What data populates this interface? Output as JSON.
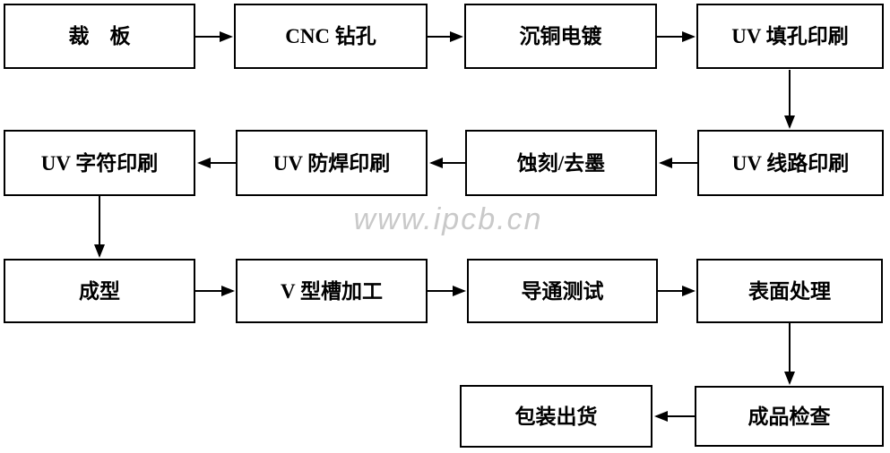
{
  "flowchart": {
    "description": "PCB manufacturing process flow diagram",
    "watermark": "www.ipcb.cn",
    "colors": {
      "background": "#ffffff",
      "box_fill": "#ffffff",
      "box_border": "#000000",
      "text": "#000000",
      "arrow": "#000000",
      "watermark_text": "#c9c9c9"
    },
    "boxes": [
      {
        "id": "cut-board",
        "label": "裁　板"
      },
      {
        "id": "cnc-drilling",
        "label": "CNC 钻孔"
      },
      {
        "id": "copper-deposition-plating",
        "label": "沉铜电镀"
      },
      {
        "id": "uv-hole-fill-printing",
        "label": "UV 填孔印刷"
      },
      {
        "id": "uv-legend-printing",
        "label": "UV 字符印刷"
      },
      {
        "id": "uv-solder-mask-printing",
        "label": "UV 防焊印刷"
      },
      {
        "id": "etching-ink-stripping",
        "label": "蚀刻/去墨"
      },
      {
        "id": "uv-circuit-printing",
        "label": "UV 线路印刷"
      },
      {
        "id": "forming",
        "label": "成型"
      },
      {
        "id": "v-groove-machining",
        "label": "V 型槽加工"
      },
      {
        "id": "continuity-test",
        "label": "导通测试"
      },
      {
        "id": "surface-treatment",
        "label": "表面处理"
      },
      {
        "id": "packing-shipment",
        "label": "包装出货"
      },
      {
        "id": "finished-inspection",
        "label": "成品检查"
      }
    ],
    "connections": [
      {
        "from": "cut-board",
        "to": "cnc-drilling"
      },
      {
        "from": "cnc-drilling",
        "to": "copper-deposition-plating"
      },
      {
        "from": "copper-deposition-plating",
        "to": "uv-hole-fill-printing"
      },
      {
        "from": "uv-hole-fill-printing",
        "to": "uv-circuit-printing"
      },
      {
        "from": "uv-circuit-printing",
        "to": "etching-ink-stripping"
      },
      {
        "from": "etching-ink-stripping",
        "to": "uv-solder-mask-printing"
      },
      {
        "from": "uv-solder-mask-printing",
        "to": "uv-legend-printing"
      },
      {
        "from": "uv-legend-printing",
        "to": "forming"
      },
      {
        "from": "forming",
        "to": "v-groove-machining"
      },
      {
        "from": "v-groove-machining",
        "to": "continuity-test"
      },
      {
        "from": "continuity-test",
        "to": "surface-treatment"
      },
      {
        "from": "surface-treatment",
        "to": "finished-inspection"
      },
      {
        "from": "finished-inspection",
        "to": "packing-shipment"
      }
    ]
  }
}
